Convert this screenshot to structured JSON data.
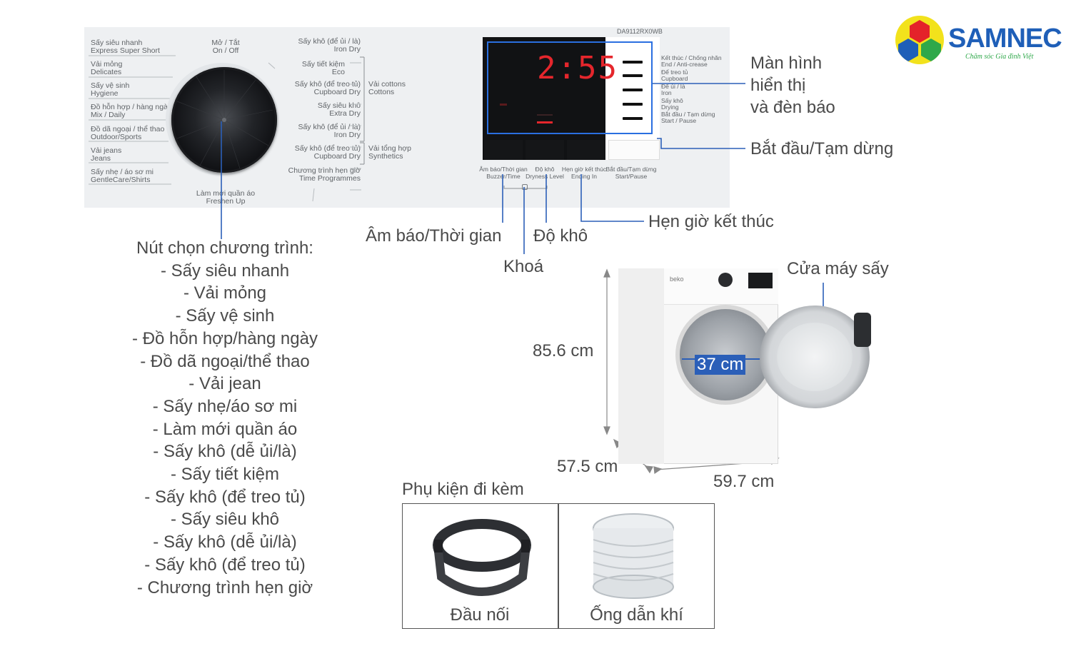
{
  "logo": {
    "brand": "SAMNEC",
    "tagline": "Chăm sóc Gia đình Việt",
    "colors": {
      "red": "#e4222a",
      "green": "#2fa84a",
      "blue": "#1f5fb8",
      "yellow": "#f2e21c"
    }
  },
  "panel": {
    "model": "DA9112RX0WB",
    "display_time": "2:55",
    "left_labels": [
      {
        "vi": "Sấy siêu nhanh",
        "en": "Express Super Short"
      },
      {
        "vi": "Vải mỏng",
        "en": "Delicates"
      },
      {
        "vi": "Sấy vệ sinh",
        "en": "Hygiene"
      },
      {
        "vi": "Đồ hỗn hợp / hàng ngày",
        "en": "Mix / Daily"
      },
      {
        "vi": "Đồ dã ngoại / thể thao",
        "en": "Outdoor/Sports"
      },
      {
        "vi": "Vải jeans",
        "en": "Jeans"
      },
      {
        "vi": "Sấy nhẹ / áo sơ mi",
        "en": "GentleCare/Shirts"
      }
    ],
    "top_label": {
      "vi": "Mở / Tắt",
      "en": "On / Off"
    },
    "bottom_label": {
      "vi": "Làm mới quần áo",
      "en": "Freshen Up"
    },
    "right_labels": [
      {
        "vi": "Sấy khô (để ủi / là)",
        "en": "Iron Dry"
      },
      {
        "vi": "Sấy tiết kiệm",
        "en": "Eco"
      },
      {
        "vi": "Sấy khô (để treo tủ)",
        "en": "Cupboard Dry"
      },
      {
        "vi": "Sấy siêu khô",
        "en": "Extra Dry"
      },
      {
        "vi": "Sấy khô (để ủi / là)",
        "en": "Iron Dry"
      },
      {
        "vi": "Sấy khô (để treo tủ)",
        "en": "Cupboard Dry"
      },
      {
        "vi": "Chương trình hẹn giờ",
        "en": "Time Programmes"
      }
    ],
    "group_cottons": {
      "vi": "Vải cottons",
      "en": "Cottons"
    },
    "group_synthetics": {
      "vi": "Vải tổng hợp",
      "en": "Synthetics"
    },
    "indicator_labels": [
      {
        "vi": "Kết thúc / Chống nhăn",
        "en": "End / Anti-crease"
      },
      {
        "vi": "Để treo tủ",
        "en": "Cupboard"
      },
      {
        "vi": "Để ủi / là",
        "en": "Iron"
      },
      {
        "vi": "Sấy khô",
        "en": "Drying"
      },
      {
        "vi": "Bắt đầu / Tạm dừng",
        "en": "Start / Pause"
      }
    ],
    "buttons": [
      {
        "vi": "Âm báo/Thời gian",
        "en": "Buzzer/Time"
      },
      {
        "vi": "Độ khô",
        "en": "Dryness Level"
      },
      {
        "vi": "Hẹn giờ kết thúc",
        "en": "Ending In"
      },
      {
        "vi": "Bắt đầu/Tạm dừng",
        "en": "Start/Pause"
      }
    ]
  },
  "annotations": {
    "display": [
      "Màn hình",
      "hiển thị",
      "và đèn báo"
    ],
    "start_pause": "Bắt đầu/Tạm dừng",
    "buzzer_time": "Âm báo/Thời gian",
    "dryness": "Độ khô",
    "end_timer": "Hẹn giờ kết thúc",
    "lock": "Khoá",
    "door": "Cửa máy sấy"
  },
  "program_list": [
    "Nút chọn chương trình:",
    "- Sấy siêu nhanh",
    "- Vải mỏng",
    "- Sấy vệ sinh",
    "- Đồ hỗn hợp/hàng ngày",
    "- Đồ dã ngoại/thể thao",
    "- Vải jean",
    "- Sấy nhẹ/áo sơ mi",
    "- Làm mới quần áo",
    "- Sấy khô (dễ ủi/là)",
    "- Sấy tiết kiệm",
    "- Sấy khô (để treo tủ)",
    "- Sấy siêu khô",
    "- Sấy khô (dễ ủi/là)",
    "- Sấy khô (để treo tủ)",
    "- Chương trình hẹn giờ"
  ],
  "dimensions": {
    "height": "85.6 cm",
    "depth": "57.5 cm",
    "width": "59.7 cm",
    "drum_opening": "37 cm"
  },
  "dryer_brand": "beko",
  "accessories": {
    "title": "Phụ kiện đi kèm",
    "items": [
      "Đầu nối",
      "Ống dẫn khí"
    ]
  }
}
